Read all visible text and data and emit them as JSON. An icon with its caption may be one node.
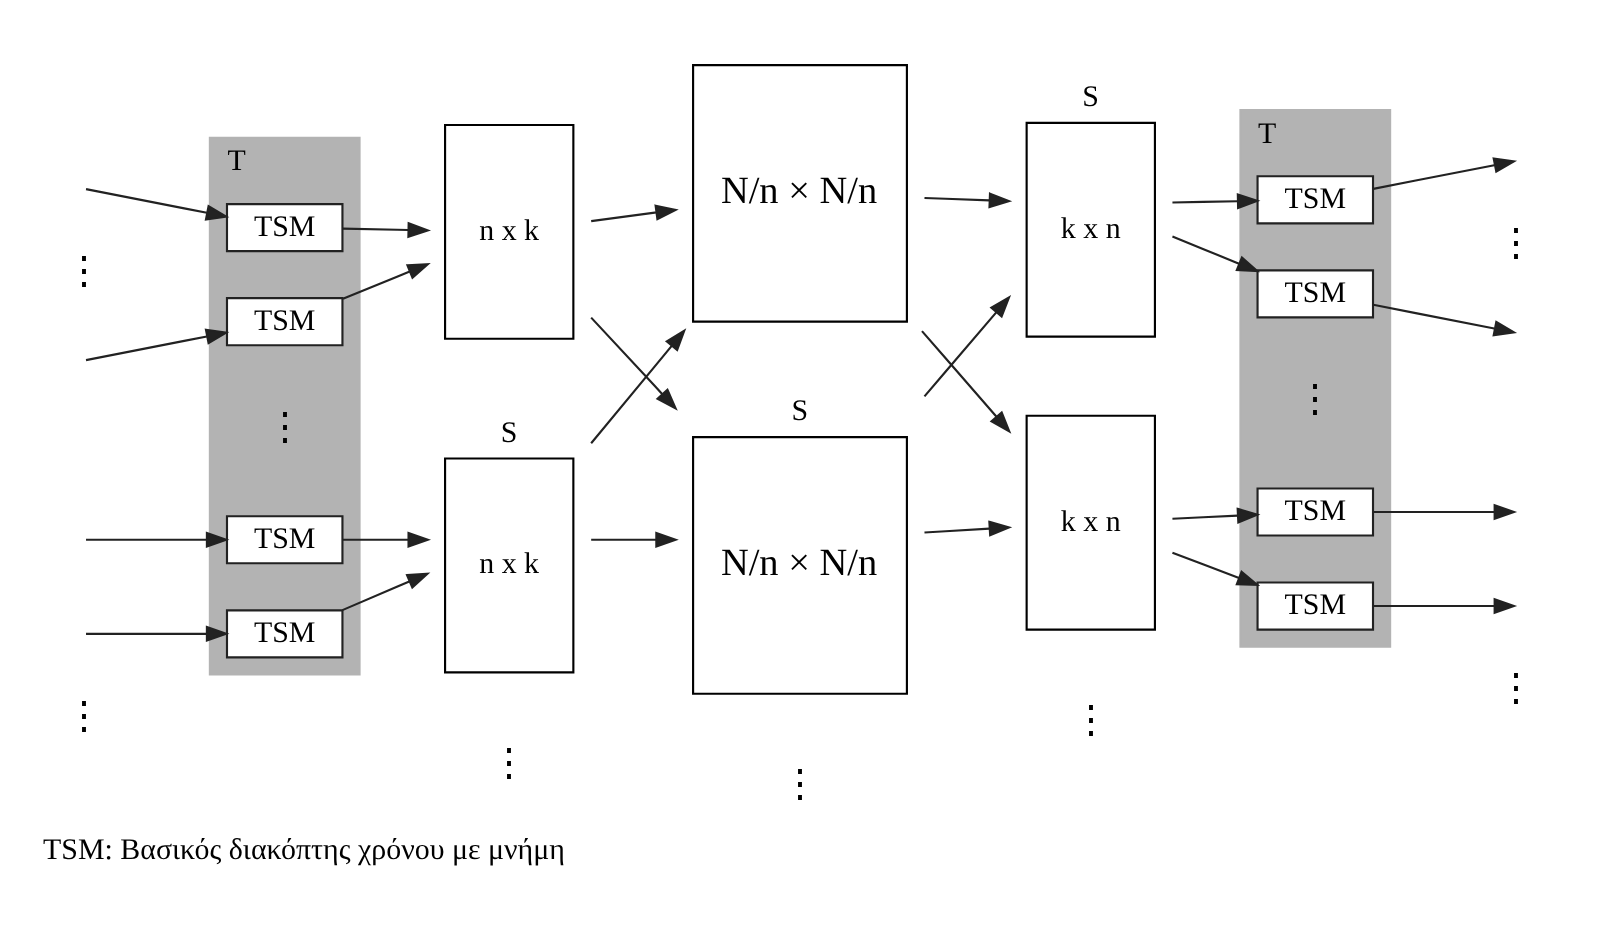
{
  "diagram": {
    "caption": "TSM: Βασικός διακόπτης χρόνου με μνήμη",
    "nodes": [
      {
        "text": [
          "T"
        ]
      },
      {
        "text": [
          "TSM"
        ],
        "in": 0
      },
      {
        "text": [
          "TSM"
        ],
        "in": 0
      },
      {
        "text": [
          "TSM"
        ],
        "in": 0
      },
      {
        "text": [
          "TSM"
        ],
        "in": 0
      },
      {
        "text": [
          "n x k"
        ],
        "beside": [
          "S"
        ]
      },
      {
        "text": [
          "n x k"
        ]
      },
      {
        "text": [
          "N/n × N/n"
        ],
        "beside": [
          "S"
        ]
      },
      {
        "text": [
          "N/n × N/n"
        ]
      },
      {
        "text": [
          "k x n"
        ],
        "beside": [
          "S"
        ]
      },
      {
        "text": [
          "k x n"
        ]
      },
      {
        "text": [
          "T"
        ]
      },
      {
        "text": [
          "TSM"
        ],
        "in": 11
      },
      {
        "text": [
          "TSM"
        ],
        "in": 11
      },
      {
        "text": [
          "TSM"
        ],
        "in": 11
      },
      {
        "text": [
          "TSM"
        ],
        "in": 11
      }
    ],
    "edges": [
      {
        "from": null,
        "to": 1,
        "arrow": "to"
      },
      {
        "from": null,
        "to": 2,
        "arrow": "to"
      },
      {
        "from": null,
        "to": 3,
        "arrow": "to"
      },
      {
        "from": null,
        "to": 4,
        "arrow": "to"
      },
      {
        "from": 1,
        "to": 5,
        "arrow": "to"
      },
      {
        "from": 2,
        "to": 5,
        "arrow": "to"
      },
      {
        "from": 3,
        "to": 6,
        "arrow": "to"
      },
      {
        "from": 4,
        "to": 6,
        "arrow": "to"
      },
      {
        "from": 5,
        "to": 7,
        "arrow": "to"
      },
      {
        "from": 5,
        "to": 8,
        "arrow": "to"
      },
      {
        "from": 6,
        "to": 7,
        "arrow": "to"
      },
      {
        "from": 6,
        "to": 8,
        "arrow": "to"
      },
      {
        "from": 7,
        "to": 9,
        "arrow": "to"
      },
      {
        "from": 7,
        "to": 10,
        "arrow": "to"
      },
      {
        "from": 8,
        "to": 9,
        "arrow": "to"
      },
      {
        "from": 8,
        "to": 10,
        "arrow": "to"
      },
      {
        "from": 9,
        "to": 12,
        "arrow": "to"
      },
      {
        "from": 9,
        "to": 13,
        "arrow": "to"
      },
      {
        "from": 10,
        "to": 14,
        "arrow": "to"
      },
      {
        "from": 10,
        "to": 15,
        "arrow": "to"
      },
      {
        "from": 12,
        "to": null,
        "arrow": "to"
      },
      {
        "from": 13,
        "to": null,
        "arrow": "to"
      },
      {
        "from": 14,
        "to": null,
        "arrow": "to"
      },
      {
        "from": 15,
        "to": null,
        "arrow": "to"
      }
    ],
    "labels": [
      "⋮",
      "⋮",
      "⋮",
      "⋮",
      "⋮",
      "⋮",
      "⋮",
      "⋮",
      "⋮"
    ]
  }
}
